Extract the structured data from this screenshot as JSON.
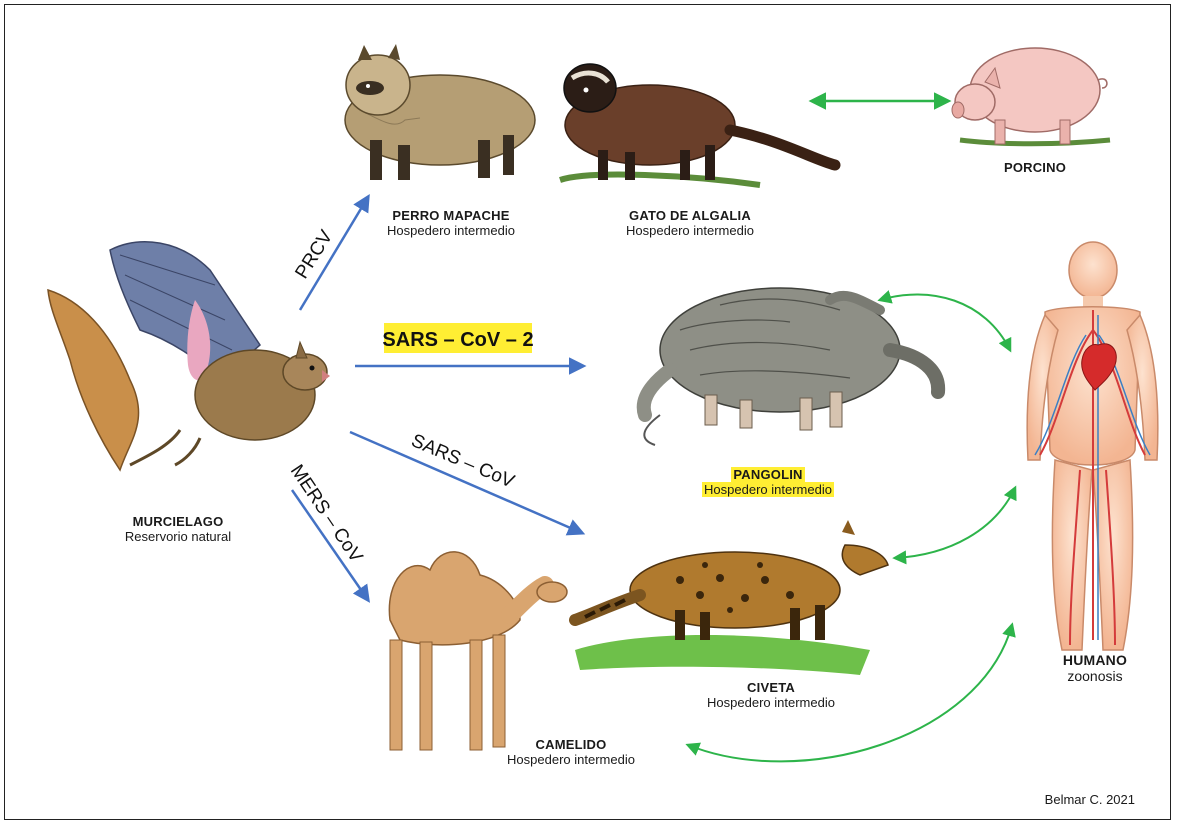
{
  "colors": {
    "blue_arrow": "#4472c4",
    "green_arrow": "#2db44a",
    "highlight": "#ffee33",
    "border": "#222222"
  },
  "arrows": {
    "prcv": "PRCV",
    "sars_cov_2": "SARS – CoV – 2",
    "sars_cov": "SARS – CoV",
    "mers_cov": "MERS – CoV"
  },
  "nodes": {
    "bat": {
      "name": "MURCIELAGO",
      "role": "Reservorio natural",
      "icon": "bat-illustration"
    },
    "raccoon_dog": {
      "name": "PERRO MAPACHE",
      "role": "Hospedero intermedio",
      "icon": "raccoon-dog-illustration"
    },
    "civet_cat": {
      "name": "GATO DE ALGALIA",
      "role": "Hospedero intermedio",
      "icon": "palm-civet-illustration"
    },
    "pig": {
      "name": "PORCINO",
      "icon": "pig-illustration"
    },
    "pangolin": {
      "name": "PANGOLIN",
      "role": "Hospedero intermedio",
      "icon": "pangolin-illustration"
    },
    "civet": {
      "name": "CIVETA",
      "role": "Hospedero intermedio",
      "icon": "civet-illustration"
    },
    "camel": {
      "name": "CAMELIDO",
      "role": "Hospedero intermedio",
      "icon": "camel-illustration"
    },
    "human": {
      "name": "HUMANO",
      "role": "zoonosis",
      "icon": "human-anatomy-illustration"
    }
  },
  "credit": "Belmar C. 2021"
}
